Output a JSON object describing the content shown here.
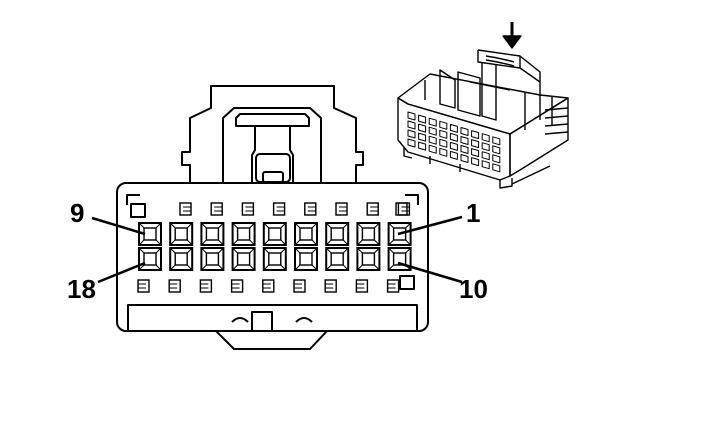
{
  "labels": {
    "pin_9": "9",
    "pin_1": "1",
    "pin_18": "18",
    "pin_10": "10"
  },
  "connector": {
    "rows": 2,
    "cavities_per_row": 9
  },
  "colors": {
    "line": "#000000",
    "background": "#ffffff"
  },
  "icons": {
    "view_direction": "arrow-down-icon"
  }
}
